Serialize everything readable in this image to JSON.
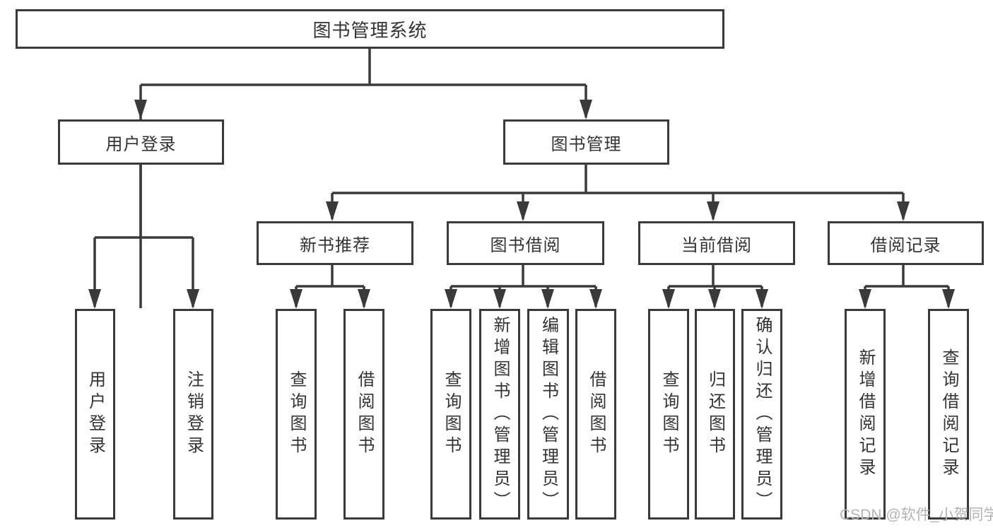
{
  "diagram": {
    "title": "图书管理系统",
    "branches": [
      {
        "label": "用户登录",
        "children": [
          {
            "label": "用户登录"
          },
          {
            "label": "注销登录"
          }
        ]
      },
      {
        "label": "图书管理",
        "children": [
          {
            "label": "新书推荐",
            "children": [
              {
                "label": "查询图书"
              },
              {
                "label": "借阅图书"
              }
            ]
          },
          {
            "label": "图书借阅",
            "children": [
              {
                "label": "查询图书"
              },
              {
                "label": "新增图书（管理员）"
              },
              {
                "label": "编辑图书（管理员）"
              },
              {
                "label": "借阅图书"
              }
            ]
          },
          {
            "label": "当前借阅",
            "children": [
              {
                "label": "查询图书"
              },
              {
                "label": "归还图书"
              },
              {
                "label": "确认归还（管理员）"
              }
            ]
          },
          {
            "label": "借阅记录",
            "children": [
              {
                "label": "新增借阅记录"
              },
              {
                "label": "查询借阅记录"
              }
            ]
          }
        ]
      }
    ]
  },
  "watermark": {
    "text": "CSDN @软件_小贺同学"
  },
  "colors": {
    "line": "#3a3a3a",
    "text": "#333333",
    "bg": "#ffffff",
    "watermark": "#b3b3b3"
  }
}
